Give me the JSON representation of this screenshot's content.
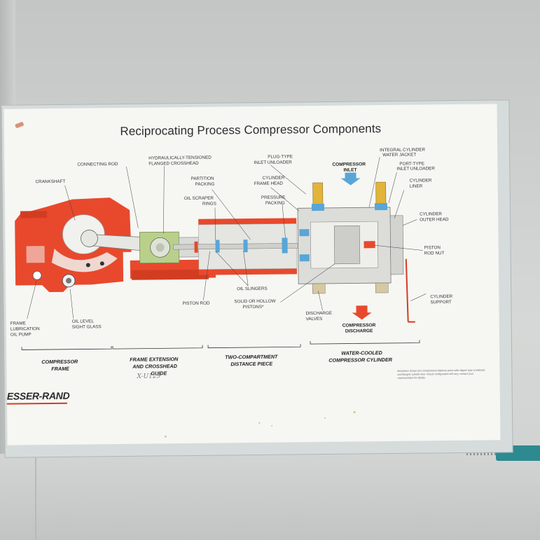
{
  "poster": {
    "title": "Reciprocating Process Compressor Components",
    "logo": "ESSER-RAND",
    "handwritten_note": "X-U129",
    "footnote": "Illustration shows two-compartment distance piece with slipper-type crosshead and flanged cylinder liner. Actual configuration will vary; contact your representative for details.",
    "colors": {
      "frame": "#e8492d",
      "accent_blue": "#58a6d8",
      "spring_yellow": "#e2b43a",
      "crosshead_green": "#b9d08a",
      "card": "#f6f6f3"
    }
  },
  "labels": {
    "connecting_rod": "CONNECTING ROD",
    "crosshead_1": "HYDRAULICALLY-TENSIONED",
    "crosshead_2": "FLANGED CROSSHEAD",
    "plug_1": "PLUG-TYPE",
    "plug_2": "INLET UNLOADER",
    "water_jacket_1": "INTEGRAL CYLINDER",
    "water_jacket_2": "WATER JACKET",
    "inlet_1": "COMPRESSOR",
    "inlet_2": "INLET",
    "port_1": "PORT-TYPE",
    "port_2": "INLET UNLOADER",
    "crankshaft": "CRANKSHAFT",
    "partition_1": "PARTITION",
    "partition_2": "PACKING",
    "frame_head_1": "CYLINDER",
    "frame_head_2": "FRAME HEAD",
    "liner_1": "CYLINDER",
    "liner_2": "LINER",
    "scraper_1": "OIL SCRAPER",
    "scraper_2": "RINGS",
    "pressure_1": "PRESSURE",
    "pressure_2": "PACKING",
    "outer_head_1": "CYLINDER",
    "outer_head_2": "OUTER HEAD",
    "rod_nut_1": "PISTON",
    "rod_nut_2": "ROD NUT",
    "slingers": "OIL SLINGERS",
    "piston_rod": "PISTON ROD",
    "pistons_1": "SOLID OR HOLLOW",
    "pistons_2": "PISTONS*",
    "valves_1": "DISCHARGE",
    "valves_2": "VALVES",
    "support_1": "CYLINDER",
    "support_2": "SUPPORT",
    "pump_1": "FRAME",
    "pump_2": "LUBRICATION",
    "pump_3": "OIL PUMP",
    "sight_1": "OIL LEVEL",
    "sight_2": "SIGHT GLASS",
    "discharge_1": "COMPRESSOR",
    "discharge_2": "DISCHARGE"
  },
  "sections": {
    "frame_1": "COMPRESSOR",
    "frame_2": "FRAME",
    "ext_1": "FRAME EXTENSION",
    "ext_2": "AND CROSSHEAD",
    "ext_3": "GUIDE",
    "dist_1": "TWO-COMPARTMENT",
    "dist_2": "DISTANCE PIECE",
    "cyl_1": "WATER-COOLED",
    "cyl_2": "COMPRESSOR CYLINDER"
  }
}
